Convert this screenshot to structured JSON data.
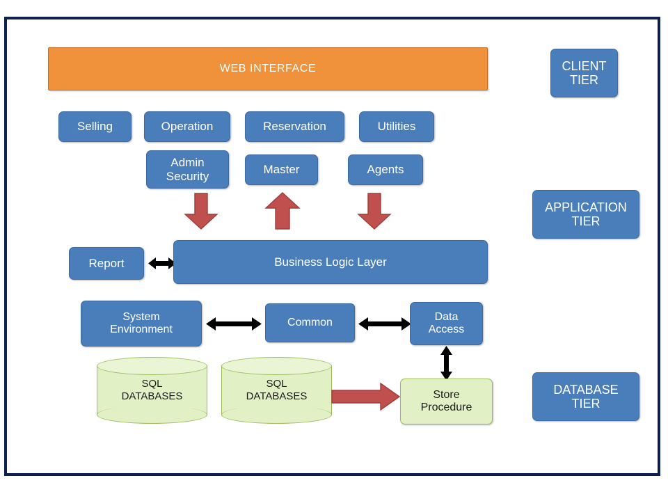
{
  "diagram": {
    "title_banner": {
      "label": "WEB INTERFACE"
    },
    "tiers": [
      {
        "name": "client-tier",
        "line1": "CLIENT",
        "line2": "TIER"
      },
      {
        "name": "application-tier",
        "line1": "APPLICATION",
        "line2": "TIER"
      },
      {
        "name": "database-tier",
        "line1": "DATABASE",
        "line2": "TIER"
      }
    ],
    "modules_row1": [
      {
        "label": "Selling"
      },
      {
        "label": "Operation"
      },
      {
        "label": "Reservation"
      },
      {
        "label": "Utilities"
      }
    ],
    "modules_row2": [
      {
        "line1": "Admin",
        "line2": "Security"
      },
      {
        "line1": "Master",
        "line2": ""
      },
      {
        "line1": "Agents",
        "line2": ""
      }
    ],
    "business_logic": {
      "label": "Business Logic Layer"
    },
    "report": {
      "label": "Report"
    },
    "services_row": [
      {
        "line1": "System",
        "line2": "Environment"
      },
      {
        "line1": "Common",
        "line2": ""
      },
      {
        "line1": "Data",
        "line2": "Access"
      }
    ],
    "databases": [
      {
        "line1": "SQL",
        "line2": "DATABASES"
      },
      {
        "line1": "SQL",
        "line2": "DATABASES"
      }
    ],
    "store_procedure": {
      "line1": "Store",
      "line2": "Procedure"
    },
    "arrows": {
      "admin_security_down": "down-block-arrow",
      "master_up": "up-block-arrow",
      "agents_down": "down-block-arrow",
      "report_bll": "double-headed-arrow",
      "sysenv_common": "double-headed-arrow",
      "common_dataaccess": "double-headed-arrow",
      "dataaccess_storeproc": "double-headed-vertical-arrow",
      "sqldb_storeproc": "right-block-arrow"
    },
    "colors": {
      "frame": "#0e2050",
      "blue": "#4a7ebb",
      "orange": "#f0923c",
      "green_fill": "#e2f0c6",
      "green_border": "#9bbb59",
      "red_arrow": "#c0504d",
      "black_arrow": "#000000"
    }
  }
}
